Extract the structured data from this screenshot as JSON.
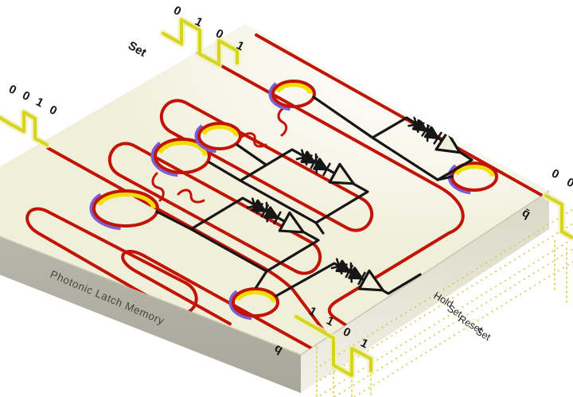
{
  "chip": {
    "title": "Photonic Latch Memory"
  },
  "signals": {
    "set_input": {
      "label": "Set",
      "bits": [
        "0",
        "1",
        "0",
        "1"
      ]
    },
    "data_input": {
      "bits": [
        "0",
        "0",
        "1",
        "0"
      ]
    },
    "q_output": {
      "label": "q",
      "bits": [
        "1",
        "1",
        "0",
        "1"
      ]
    },
    "qbar_output": {
      "label": "q̄",
      "bits": [
        "0",
        "0"
      ]
    }
  },
  "phases": [
    "Hold",
    "Set",
    "Reset",
    "Set"
  ],
  "components": {
    "ring_resonators": 6,
    "detector_amplifier_circuits": 4
  },
  "colors": {
    "waveguide_red": "#c21405",
    "signal_yellow": "#d6d41f",
    "ring_yellow": "#f2de00",
    "ring_purple": "#7a5fd4",
    "chip_top": "#f0efda",
    "chip_side_gray": "#b4b3a6",
    "circuit_black": "#161616"
  }
}
